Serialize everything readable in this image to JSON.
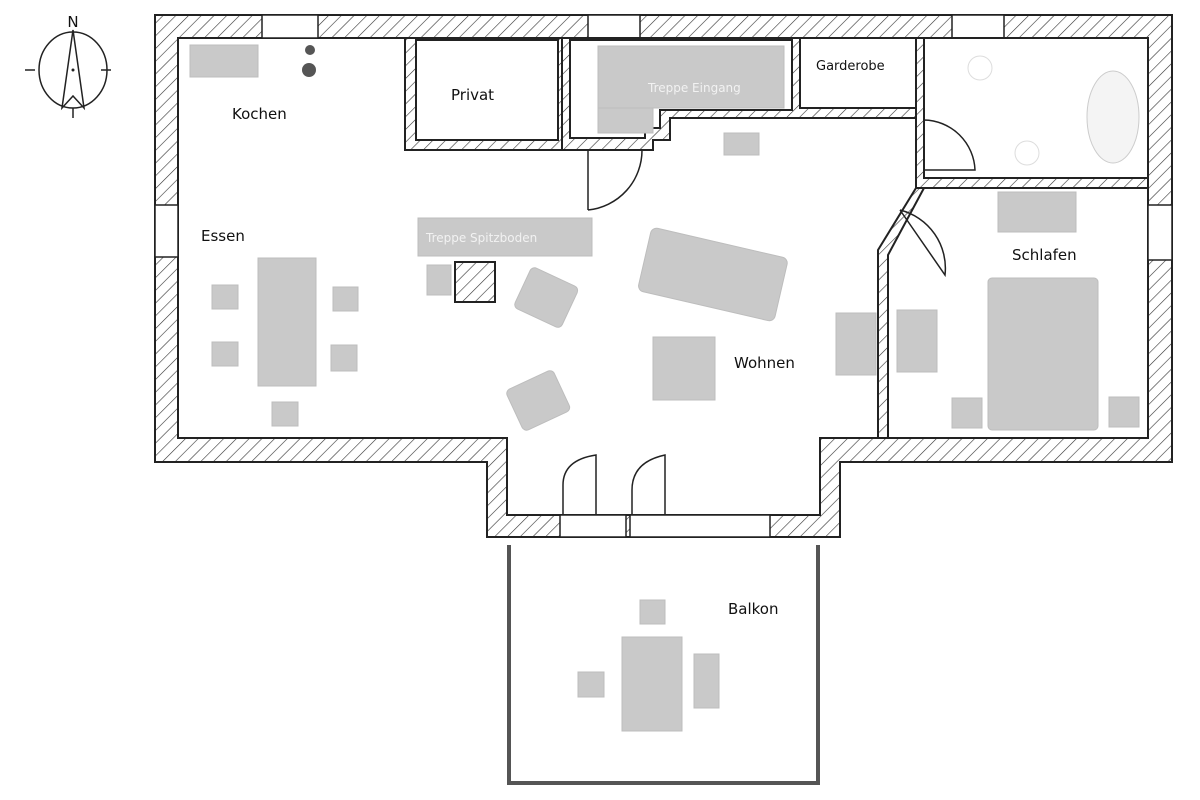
{
  "plan": {
    "compass_label": "N",
    "rooms": {
      "kochen": "Kochen",
      "essen": "Essen",
      "privat": "Privat",
      "treppe_eingang": "Treppe Eingang",
      "garderobe": "Garderobe",
      "treppe_spitzboden": "Treppe Spitzboden",
      "wohnen": "Wohnen",
      "schlafen": "Schlafen",
      "balkon": "Balkon"
    },
    "colors": {
      "wall": "#222222",
      "furniture": "#c9c9c9",
      "background": "#ffffff"
    }
  }
}
